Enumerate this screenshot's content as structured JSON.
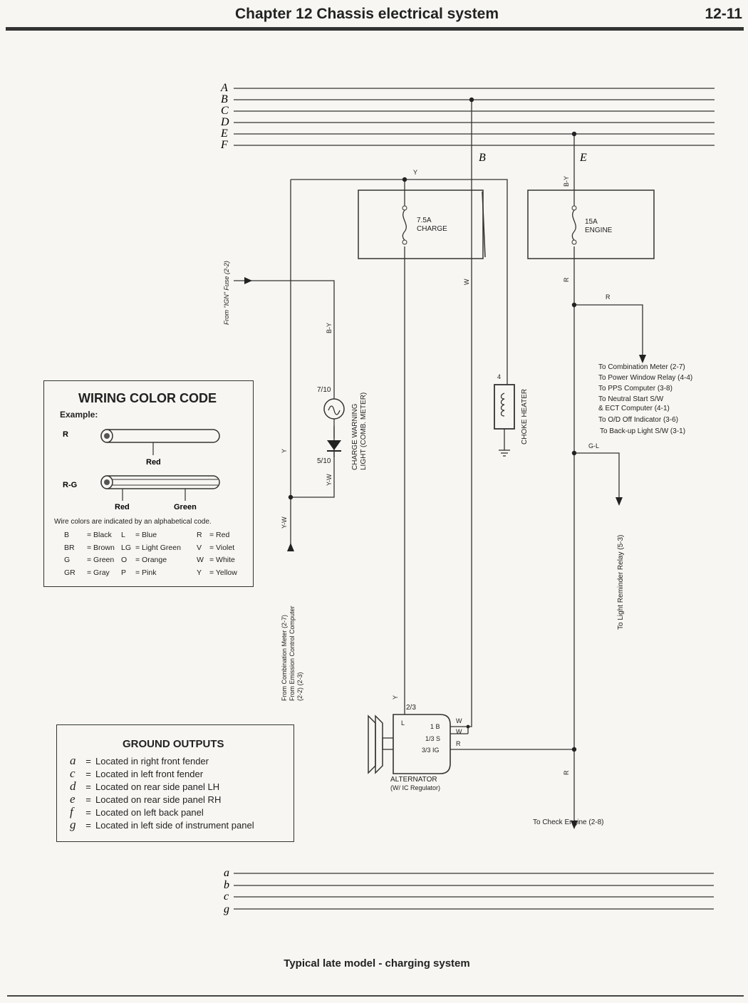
{
  "header": {
    "chapter": "Chapter 12   Chassis electrical system",
    "page_number": "12-11"
  },
  "bus_top": [
    "A",
    "B",
    "C",
    "D",
    "E",
    "F"
  ],
  "bus_bottom": [
    "a",
    "b",
    "c",
    "g"
  ],
  "bus_taps": {
    "b": "B",
    "e": "E"
  },
  "fuses": [
    {
      "rating": "7.5A",
      "name": "CHARGE"
    },
    {
      "rating": "15A",
      "name": "ENGINE"
    }
  ],
  "wire_labels": {
    "y_top": "Y",
    "by_engine": "B-Y",
    "w_charge": "W",
    "r_engine": "R",
    "r_branch": "R",
    "by_lamp": "B-Y",
    "y_side": "Y",
    "yw_lamp": "Y-W",
    "yw_side": "Y-W",
    "gl": "G-L",
    "y_alt": "Y",
    "r_bottom": "R",
    "choke_pin": "4"
  },
  "lamp": {
    "pin_top": "7/10",
    "pin_bottom": "5/10",
    "label_1": "CHARGE WARNING",
    "label_2": "LIGHT (COMB. METER)"
  },
  "choke": "CHOKE HEATER",
  "from_ign": "From \"IGN\" Fuse (2-2)",
  "from_comb": [
    "From Combination Meter (2-7)",
    "From Emission Control Computer",
    "(2-2) (2-3)"
  ],
  "destinations": [
    "To Combination Meter (2-7)",
    "To Power Window Relay (4-4)",
    "To PPS Computer (3-8)",
    "To Neutral Start S/W",
    "& ECT Computer (4-1)",
    "To O/D Off Indicator (3-6)",
    "To Back-up Light S/W (3-1)"
  ],
  "to_light_reminder": "To Light Reminder Relay (5-3)",
  "to_check_engine": "To Check Engine (2-8)",
  "alternator": {
    "pin_alt": "2/3",
    "pin_l": "L",
    "pin_1b": "1 B",
    "pin_s": "1/3 S",
    "pin_ig": "3/3 IG",
    "w1": "W",
    "w2": "W",
    "r": "R",
    "label_1": "ALTERNATOR",
    "label_2": "(W/ IC Regulator)"
  },
  "wiring_color_code": {
    "title": "WIRING COLOR CODE",
    "example_label": "Example:",
    "ex1_code": "R",
    "ex1_color": "Red",
    "ex2_code": "R-G",
    "ex2_color_a": "Red",
    "ex2_color_b": "Green",
    "note": "Wire colors are indicated by an alphabetical code.",
    "codes": [
      [
        "B",
        "= Black",
        "L",
        "= Blue",
        "R",
        "= Red"
      ],
      [
        "BR",
        "= Brown",
        "LG",
        "= Light Green",
        "V",
        "= Violet"
      ],
      [
        "G",
        "= Green",
        "O",
        "= Orange",
        "W",
        "= White"
      ],
      [
        "GR",
        "= Gray",
        "P",
        "= Pink",
        "Y",
        "= Yellow"
      ]
    ]
  },
  "ground_outputs": {
    "title": "GROUND OUTPUTS",
    "items": [
      {
        "sym": "a",
        "text": "Located in right front fender"
      },
      {
        "sym": "c",
        "text": "Located in left front fender"
      },
      {
        "sym": "d",
        "text": "Located on rear side panel LH"
      },
      {
        "sym": "e",
        "text": "Located on rear side panel RH"
      },
      {
        "sym": "f",
        "text": "Located on left back panel"
      },
      {
        "sym": "g",
        "text": "Located in left side of instrument panel"
      }
    ]
  },
  "caption": "Typical late model - charging system"
}
